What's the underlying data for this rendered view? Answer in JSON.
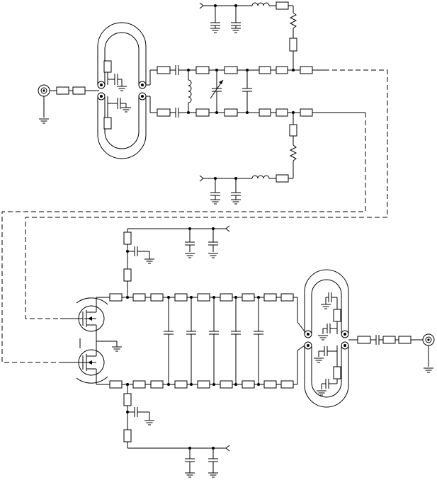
{
  "diagram": {
    "kind": "RF power amplifier schematic",
    "colors": {
      "line": "#000000",
      "background": "#ffffff"
    },
    "components": [
      "rf-input-connector",
      "rf-output-connector",
      "input-balun-hairpin",
      "output-balun-hairpin",
      "gate-bias-upper",
      "gate-bias-lower",
      "drain-bias-upper",
      "drain-bias-lower",
      "input-matching-network",
      "output-matching-network",
      "transistor-upper",
      "transistor-lower"
    ]
  }
}
